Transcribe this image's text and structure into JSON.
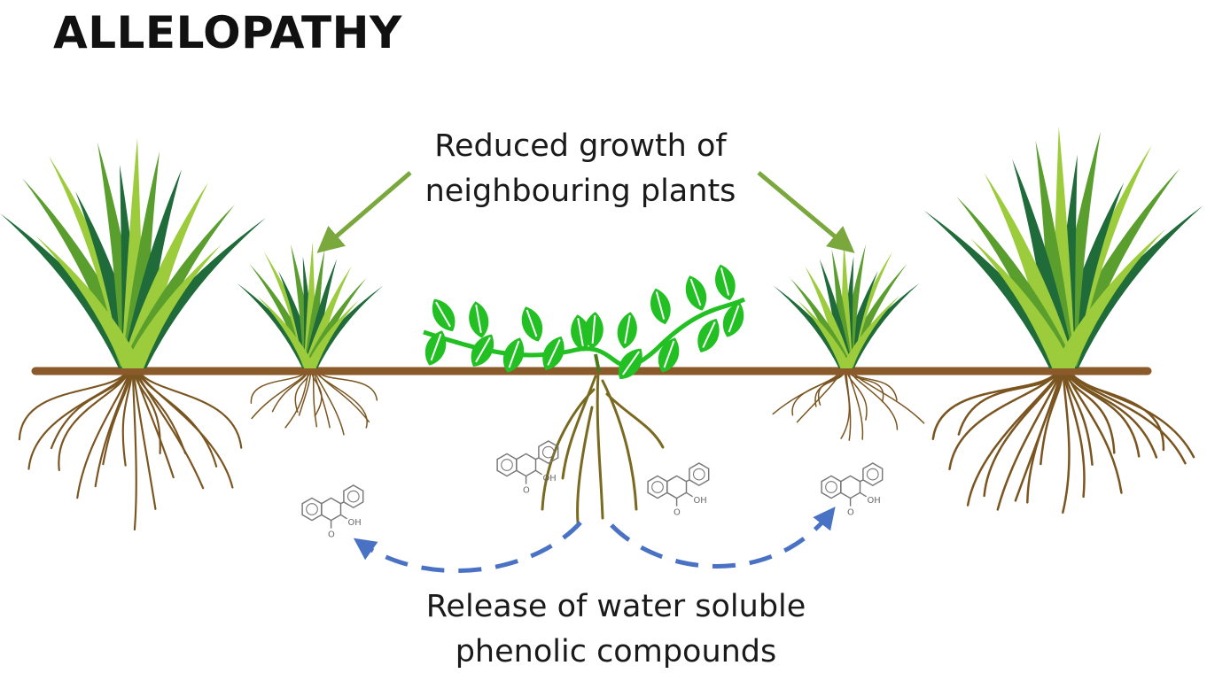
{
  "title": "ALLELOPATHY",
  "labels": {
    "reduced_growth": [
      "Reduced growth of",
      "neighbouring plants"
    ],
    "release": [
      "Release of water soluble",
      "phenolic compounds"
    ]
  },
  "compound_text": {
    "oh": "OH",
    "o": "O"
  },
  "colors": {
    "ground": "#8a5a2b",
    "grass_dark": "#1f6b3a",
    "grass_mid": "#5a9e2e",
    "grass_light": "#9ccc3c",
    "vine_leaf": "#22c022",
    "root": "#7a5520",
    "arrow_green": "#7aa83c",
    "arrow_blue": "#4a72c4"
  },
  "icons": [
    "grass-plant-icon",
    "vine-plant-icon",
    "root-system-icon",
    "phenolic-molecule-icon",
    "dashed-curved-arrow-icon",
    "pointer-arrow-icon"
  ]
}
